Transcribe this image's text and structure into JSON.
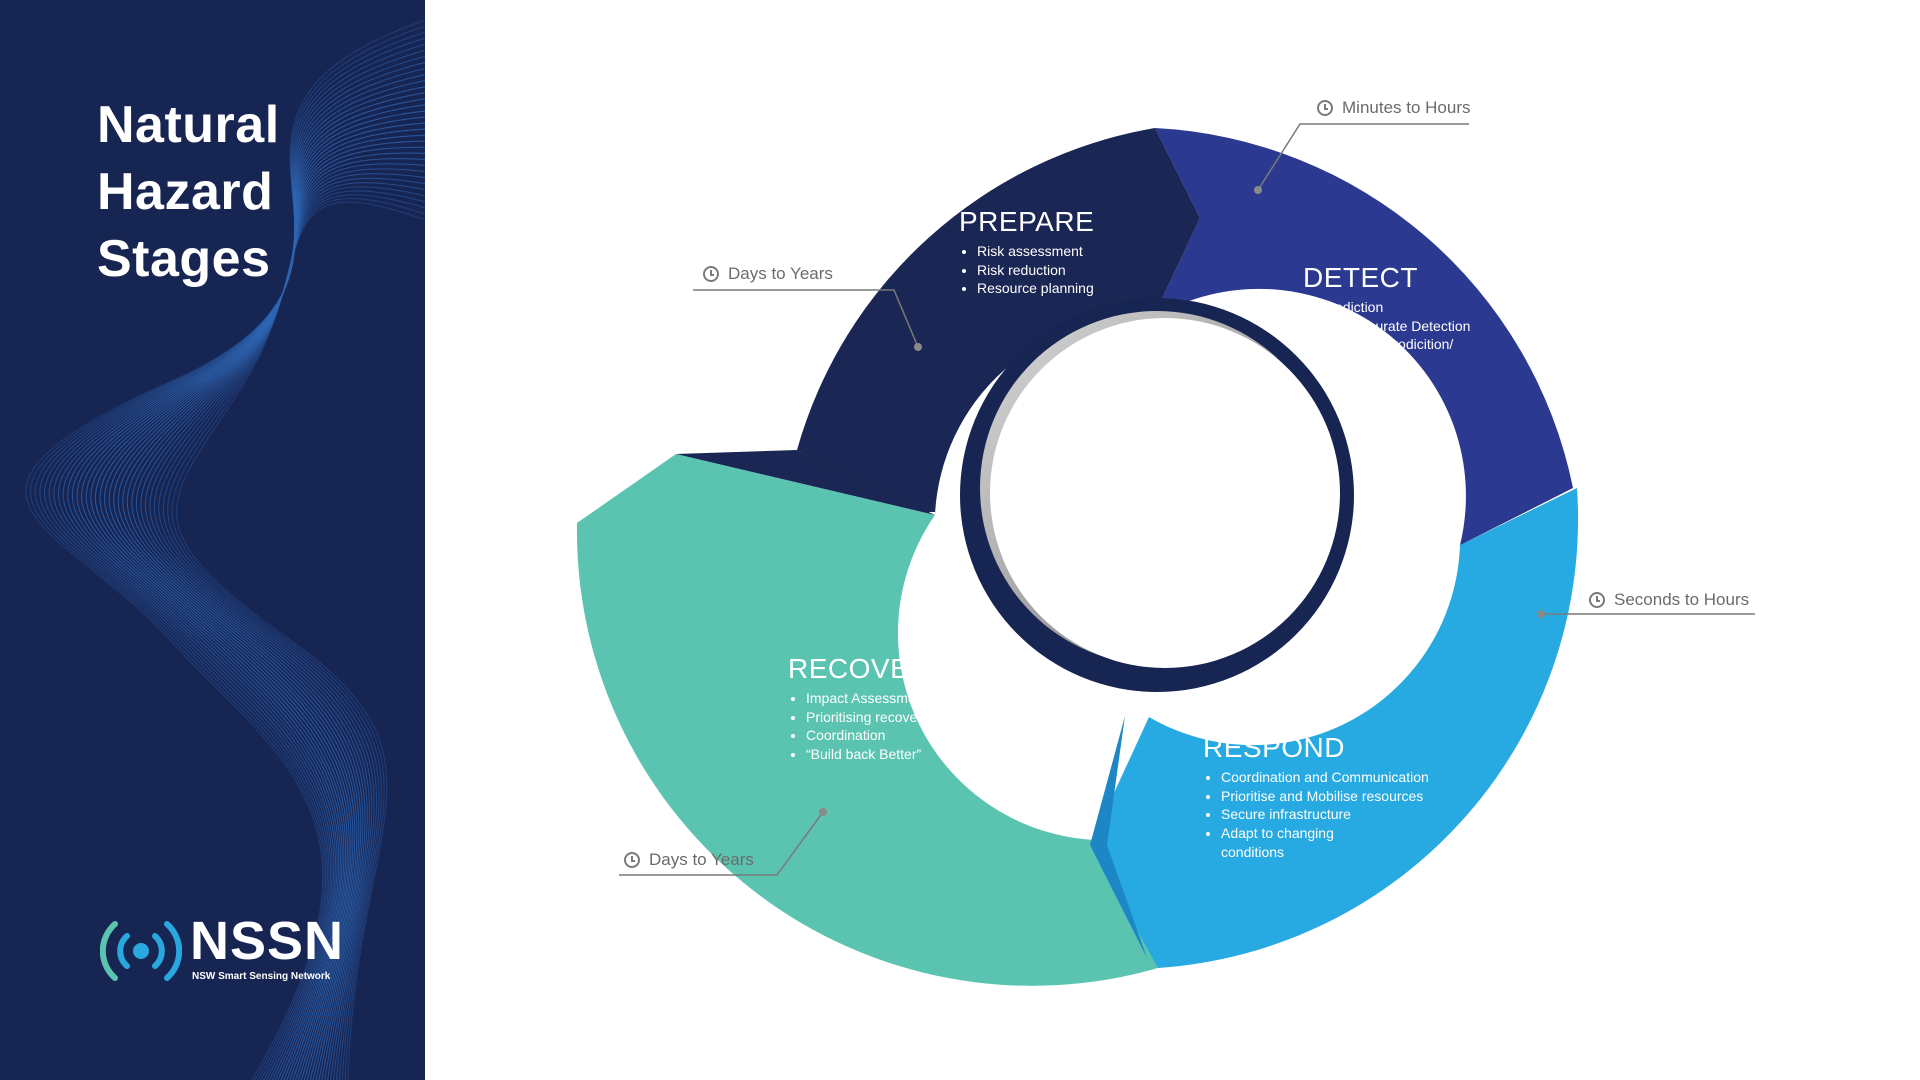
{
  "sidebar": {
    "title_lines": [
      "Natural",
      "Hazard",
      "Stages"
    ],
    "logo": {
      "name": "NSSN",
      "subtitle": "NSW Smart Sensing Network"
    },
    "colors": {
      "background": "#172553",
      "wave_lines": "#2f67b5"
    }
  },
  "stages": [
    {
      "id": "prepare",
      "title": "PREPARE",
      "items": [
        "Risk assessment",
        "Risk reduction",
        "Resource planning"
      ],
      "duration": "Days to Years",
      "color": "#1a2653"
    },
    {
      "id": "detect",
      "title": "DETECT",
      "items": [
        "Prediction",
        "Fast/Accurate Detection",
        "Localised Prodicition/ detection"
      ],
      "duration": "Minutes to Hours",
      "color": "#2b3990"
    },
    {
      "id": "respond",
      "title": "RESPOND",
      "items": [
        "Coordination and Communication",
        "Prioritise and Mobilise resources",
        "Secure infrastructure",
        "Adapt to changing conditions"
      ],
      "duration": "Seconds to Hours",
      "color": "#27a9e1"
    },
    {
      "id": "recover",
      "title": "RECOVER",
      "items": [
        "Impact Assessment",
        "Prioritising recovery efforts",
        "Coordination",
        "“Build back Better”"
      ],
      "duration": "Days to Years",
      "color": "#5bc4b1"
    }
  ]
}
